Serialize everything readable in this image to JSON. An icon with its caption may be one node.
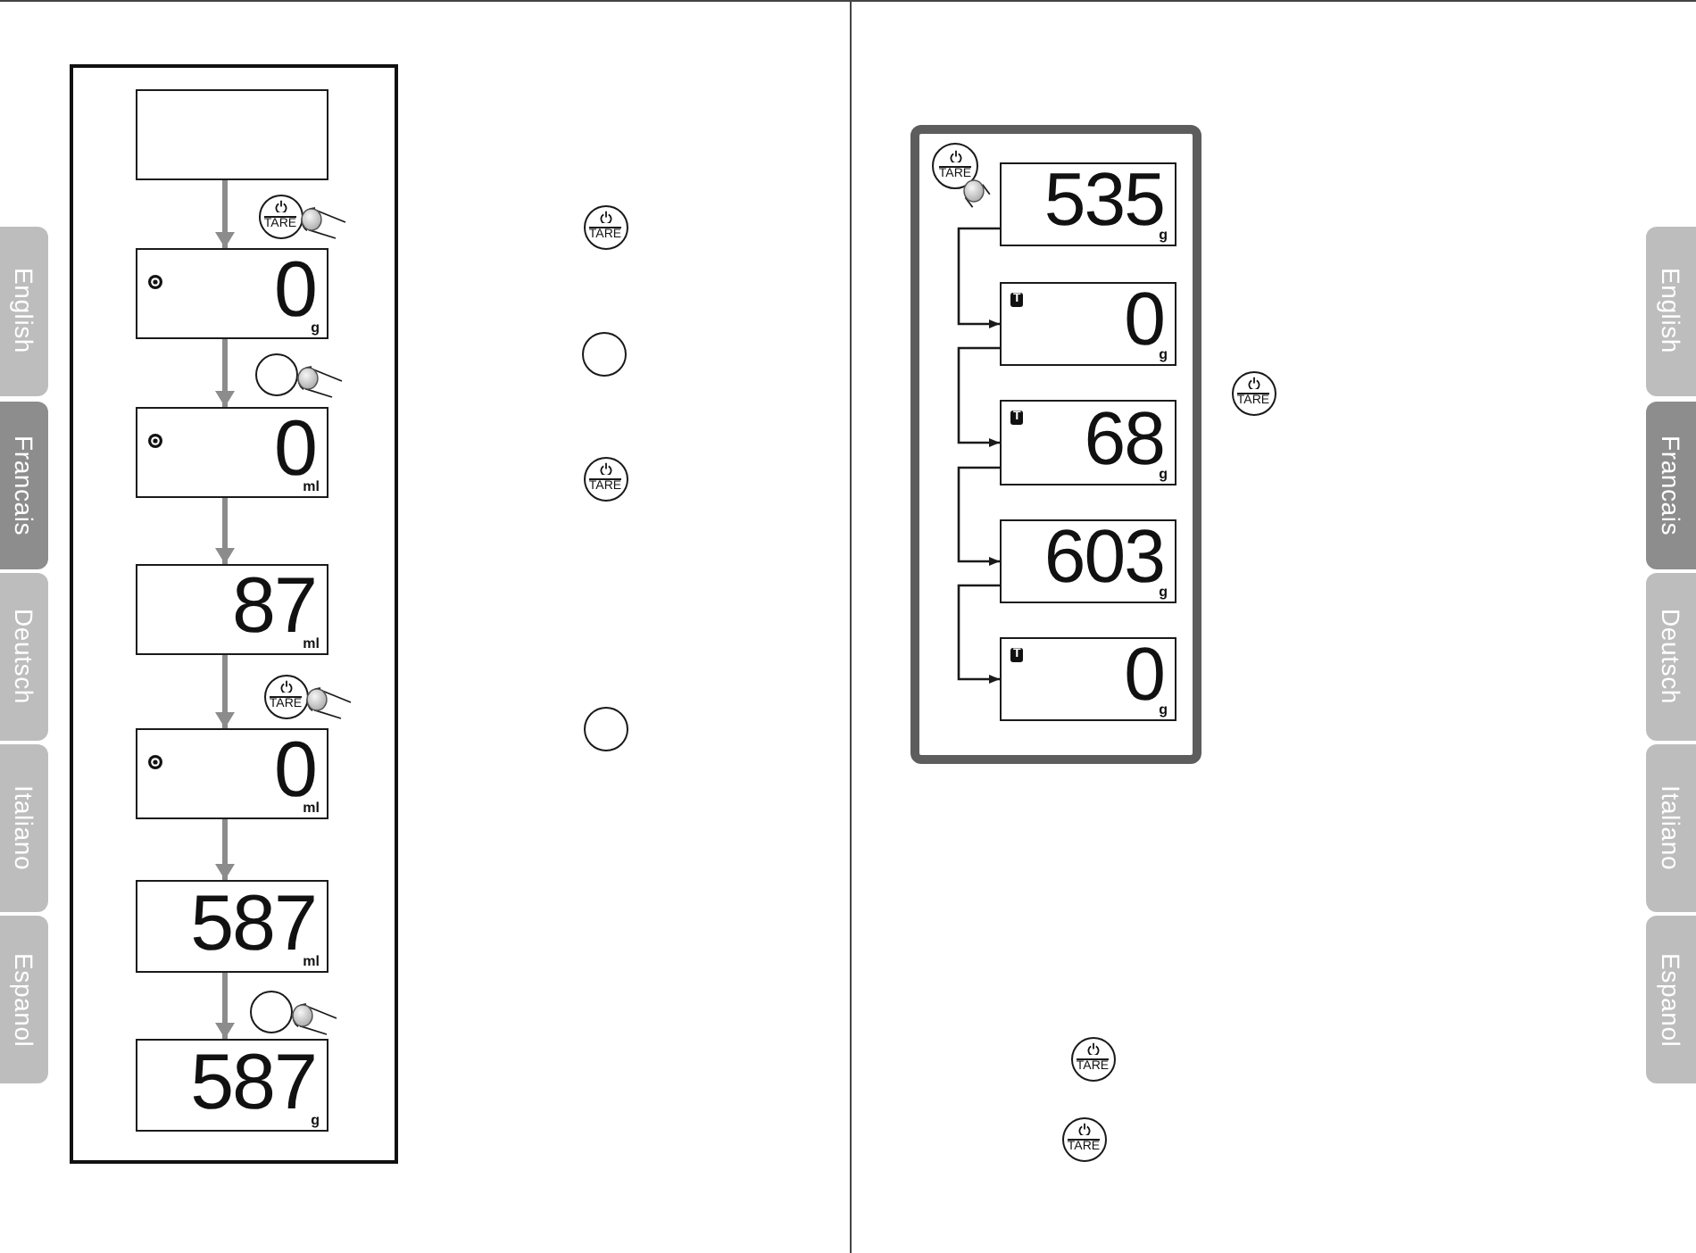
{
  "diagram": {
    "nodes": [
      {
        "text": [
          "English"
        ]
      },
      {
        "text": [
          "Francais"
        ]
      },
      {
        "text": [
          "Deutsch"
        ]
      },
      {
        "text": [
          "Italiano"
        ]
      },
      {
        "text": [
          "Espanol"
        ]
      },
      {
        "text": [],
        "shape": "box"
      },
      {
        "text": [],
        "shape": "box",
        "in": 5
      },
      {
        "text": [
          "TARE"
        ],
        "in": 5
      },
      {
        "text": [
          "0",
          "g"
        ],
        "in": 5
      },
      {
        "text": [],
        "shape": "circle",
        "in": 5
      },
      {
        "text": [
          "0",
          "ml"
        ],
        "in": 5
      },
      {
        "text": [
          "87",
          "ml"
        ],
        "in": 5
      },
      {
        "text": [
          "TARE"
        ],
        "in": 5
      },
      {
        "text": [
          "0",
          "ml"
        ],
        "in": 5
      },
      {
        "text": [
          "587",
          "ml"
        ],
        "in": 5
      },
      {
        "text": [],
        "shape": "circle",
        "in": 5
      },
      {
        "text": [
          "587",
          "g"
        ],
        "in": 5
      },
      {
        "text": [
          "TARE"
        ]
      },
      {
        "text": [],
        "shape": "circle"
      },
      {
        "text": [
          "TARE"
        ]
      },
      {
        "text": [],
        "shape": "circle"
      },
      {
        "text": [],
        "shape": "box"
      },
      {
        "text": [
          "TARE"
        ],
        "in": 21
      },
      {
        "text": [
          "535",
          "g"
        ],
        "in": 21
      },
      {
        "text": [
          "T",
          "0",
          "g"
        ],
        "in": 21
      },
      {
        "text": [
          "T",
          "68",
          "g"
        ],
        "in": 21
      },
      {
        "text": [
          "603",
          "g"
        ],
        "in": 21
      },
      {
        "text": [
          "T",
          "0",
          "g"
        ],
        "in": 21
      },
      {
        "text": [
          "TARE"
        ]
      },
      {
        "text": [
          "TARE"
        ]
      },
      {
        "text": [
          "TARE"
        ]
      },
      {
        "text": [
          "English"
        ]
      },
      {
        "text": [
          "Francais"
        ]
      },
      {
        "text": [
          "Deutsch"
        ]
      },
      {
        "text": [
          "Italiano"
        ]
      },
      {
        "text": [
          "Espanol"
        ]
      }
    ],
    "edges": [
      {
        "from": 6,
        "to": 8,
        "arrow": "to"
      },
      {
        "from": 8,
        "to": 10,
        "arrow": "to"
      },
      {
        "from": 10,
        "to": 11,
        "arrow": "to"
      },
      {
        "from": 11,
        "to": 13,
        "arrow": "to"
      },
      {
        "from": 13,
        "to": 14,
        "arrow": "to"
      },
      {
        "from": 14,
        "to": 16,
        "arrow": "to"
      },
      {
        "from": 23,
        "to": 24,
        "arrow": "to",
        "color": "#1a1a1a"
      },
      {
        "from": 24,
        "to": 25,
        "arrow": "to",
        "color": "#1a1a1a"
      },
      {
        "from": 25,
        "to": 26,
        "arrow": "to",
        "color": "#1a1a1a"
      },
      {
        "from": 26,
        "to": 27,
        "arrow": "to",
        "color": "#1a1a1a"
      }
    ]
  }
}
